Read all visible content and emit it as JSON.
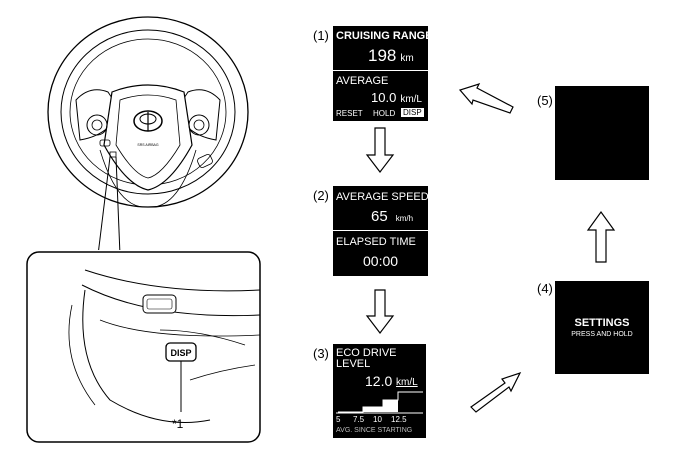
{
  "callouts": {
    "s1": "(1)",
    "s2": "(2)",
    "s3": "(3)",
    "s4": "(4)",
    "s5": "(5)",
    "ref": "*1"
  },
  "wheel": {
    "button_label": "DISP",
    "airbag_text": "SRS AIRBAG"
  },
  "screen1": {
    "title": "CRUISING RANGE",
    "value": "198",
    "unit": "km",
    "subtitle": "AVERAGE",
    "value2": "10.0",
    "unit2": "km/L",
    "footer_reset": "RESET",
    "footer_hold": "HOLD",
    "footer_disp": "DISP"
  },
  "screen2": {
    "title": "AVERAGE SPEED",
    "value": "65",
    "unit": "km/h",
    "subtitle": "ELAPSED TIME",
    "value2": "00:00"
  },
  "screen3": {
    "title_line1": "ECO DRIVE",
    "title_line2": "LEVEL",
    "value": "12.0",
    "unit": "km/L",
    "ticks": [
      "5",
      "7.5",
      "10",
      "12.5"
    ],
    "footer": "AVG. SINCE STARTING"
  },
  "screen4": {
    "title": "SETTINGS",
    "subtitle": "PRESS AND HOLD"
  },
  "colors": {
    "screen_bg": "#000000",
    "screen_text": "#ffffff",
    "line": "#000000"
  }
}
